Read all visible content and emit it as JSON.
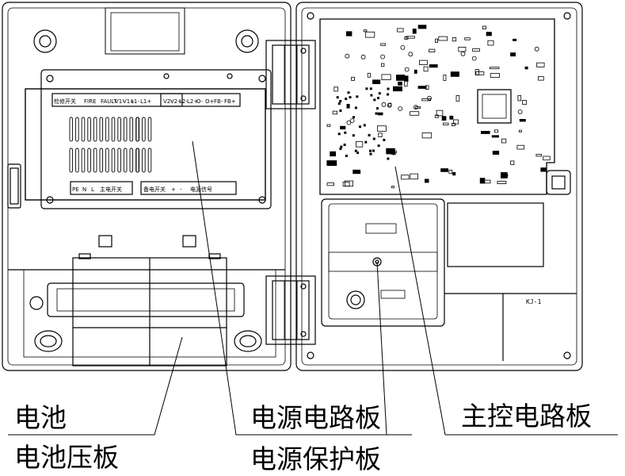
{
  "labels": {
    "battery": "电池",
    "battery_plate": "电池压板",
    "power_board": "电源电路板",
    "power_protect_board": "电源保护板",
    "main_board": "主控电路板"
  },
  "terminals_top": [
    "检修开关",
    "FIRE",
    "FAULT",
    "V1-",
    "V1+",
    "L1-",
    "L1+",
    "V2-",
    "V2+",
    "L2-",
    "L2+",
    "O-",
    "O+",
    "FB-",
    "FB+"
  ],
  "terminals_bottom": [
    "PE",
    "N",
    "L",
    "主电开关",
    "备电开关",
    "+",
    "-",
    "电源信号"
  ],
  "model_tag": "KJ-1"
}
